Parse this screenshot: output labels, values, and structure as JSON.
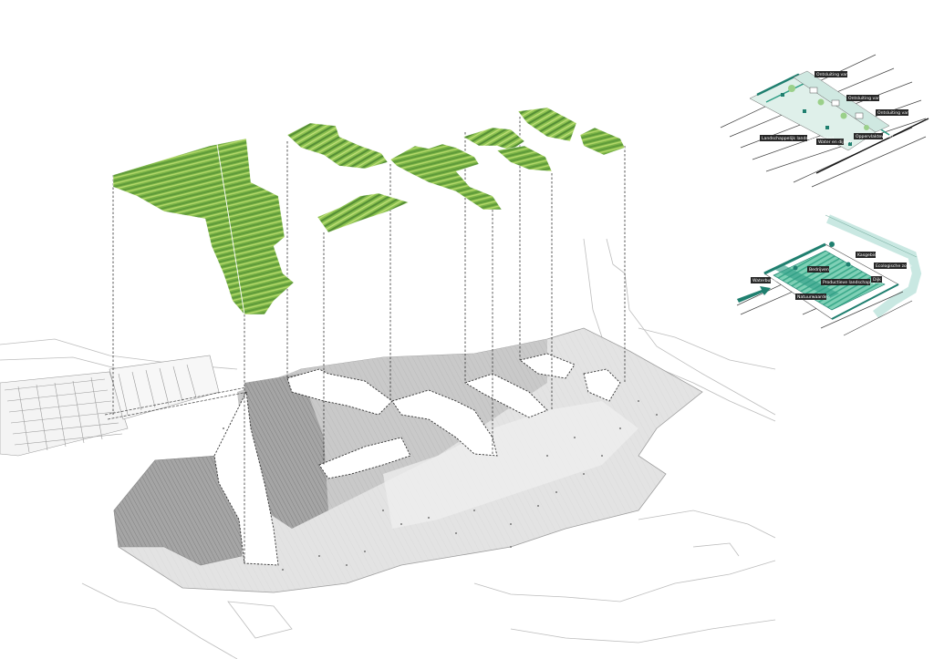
{
  "colors": {
    "field_light": "#a9cf5e",
    "field_mid": "#79b445",
    "field_dark": "#4f8e35",
    "base_dark": "#9a9a9a",
    "base_mid": "#c4c4c4",
    "base_light": "#dcdcdc",
    "base_pale": "#ececec",
    "water": "#d3eae6",
    "teal": "#1f7f6f",
    "teal_light": "#5fc3a6",
    "label_bg": "#262626"
  },
  "inset_top": {
    "labels": [
      "Ontsluiting van lanen",
      "Ontsluiting van water",
      "Ontsluiting van kavel",
      "Landschappelijk landschap gebied",
      "Water en dijken",
      "Oppervlaktewater"
    ]
  },
  "inset_bottom": {
    "labels": [
      "Waterbuffer",
      "Bedrijven",
      "Kasgebied",
      "Productieve landschapsgebied",
      "Natuurwaarden",
      "Ecologische zone",
      "Dijk"
    ]
  },
  "icons": [
    "tree-icon",
    "house-icon",
    "arrow-right-icon"
  ]
}
